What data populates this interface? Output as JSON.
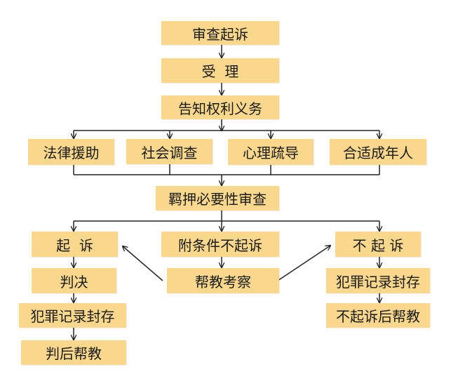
{
  "colors": {
    "box": "#fbd88c",
    "line": "#222222"
  },
  "nodes": {
    "review": "审查起诉",
    "accept": "受  理",
    "inform": "告知权利义务",
    "legal_aid": "法律援助",
    "social_survey": "社会调查",
    "counseling": "心理疏导",
    "adult": "合适成年人",
    "detention_review": "羁押必要性审查",
    "prosecute": "起  诉",
    "conditional": "附条件不起诉",
    "not_prosecute": "不 起 诉",
    "judgment": "判决",
    "probation": "帮教考察",
    "seal_left": "犯罪记录封存",
    "post_judgment": "判后帮教",
    "seal_right": "犯罪记录封存",
    "post_nonprosecution": "不起诉后帮教"
  }
}
